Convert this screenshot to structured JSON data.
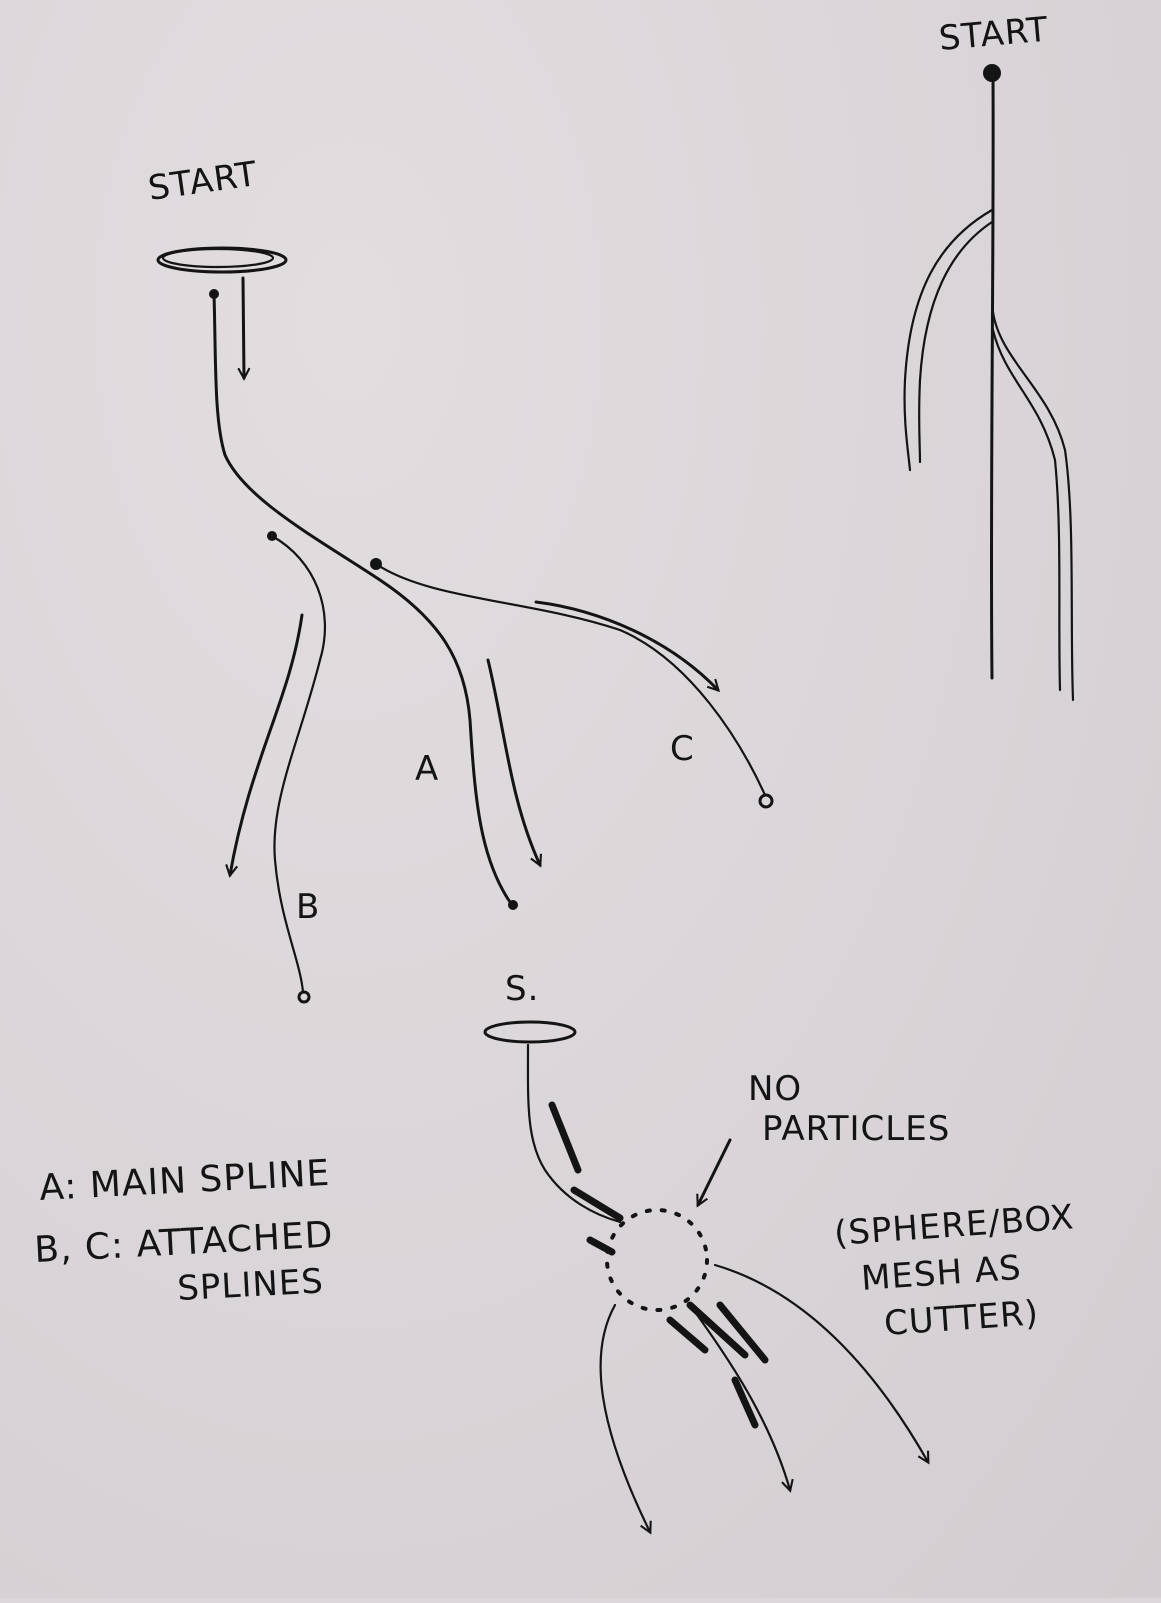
{
  "left_diagram": {
    "start_label": "START",
    "label_a": "A",
    "label_b": "B",
    "label_c": "C"
  },
  "right_diagram": {
    "start_label": "START"
  },
  "bottom_diagram": {
    "start_label": "S.",
    "no_particles_line1": "NO",
    "no_particles_line2": "PARTICLES",
    "cutter_note_line1": "(SPHERE/BOX",
    "cutter_note_line2": "MESH AS",
    "cutter_note_line3": "CUTTER)"
  },
  "legend": {
    "line1": "A: MAIN SPLINE",
    "line2a": "B, C: ATTACHED",
    "line2b": "SPLINES"
  },
  "colors": {
    "paper": "#dcd7da",
    "ink": "#141414"
  }
}
